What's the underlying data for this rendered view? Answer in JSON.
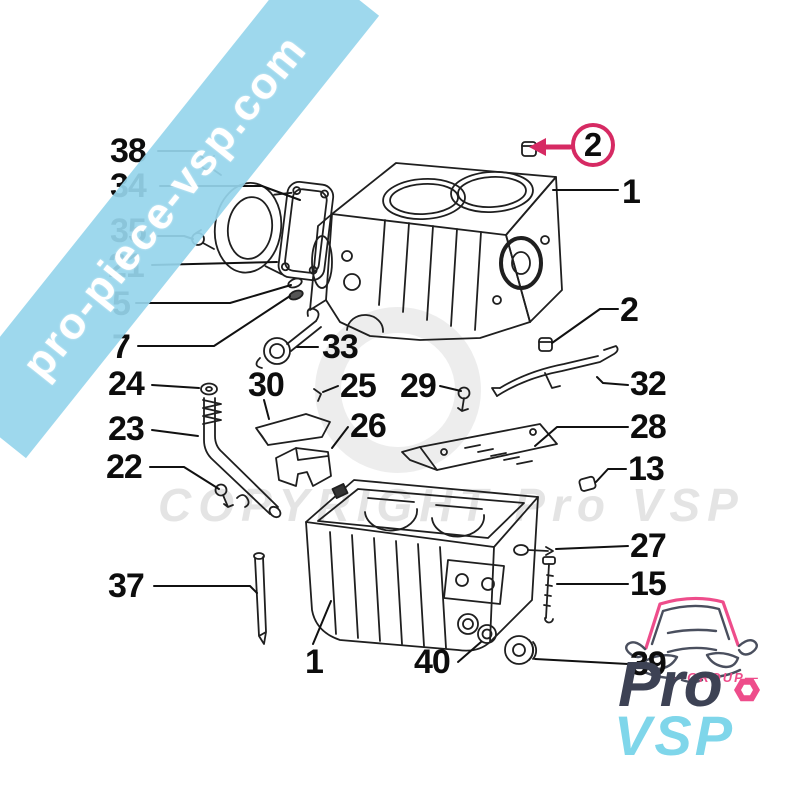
{
  "ribbon": {
    "text": "pro-piece-vsp.com",
    "bg_color": "#96d5eb",
    "text_color": "#ffffff"
  },
  "watermark": {
    "text": "COPYRIGHT Pro VSP",
    "color": "#bdbdbd"
  },
  "diagram": {
    "description": "Exploded parts diagram: engine cylinder block (1) with water pump cover, gaskets, plugs, oil pick-up, baffle, dipstick tube and lower crankcase oil sump",
    "highlight_color": "#d62a63",
    "callouts": [
      {
        "id": "38",
        "text": "38"
      },
      {
        "id": "34",
        "text": "34"
      },
      {
        "id": "35",
        "text": "35"
      },
      {
        "id": "21",
        "text": "21"
      },
      {
        "id": "5",
        "text": "5"
      },
      {
        "id": "7",
        "text": "7"
      },
      {
        "id": "33",
        "text": "33"
      },
      {
        "id": "24",
        "text": "24"
      },
      {
        "id": "30",
        "text": "30"
      },
      {
        "id": "25",
        "text": "25"
      },
      {
        "id": "29",
        "text": "29"
      },
      {
        "id": "32",
        "text": "32"
      },
      {
        "id": "23",
        "text": "23"
      },
      {
        "id": "26",
        "text": "26"
      },
      {
        "id": "28",
        "text": "28"
      },
      {
        "id": "22",
        "text": "22"
      },
      {
        "id": "13",
        "text": "13"
      },
      {
        "id": "27",
        "text": "27"
      },
      {
        "id": "15",
        "text": "15"
      },
      {
        "id": "37",
        "text": "37"
      },
      {
        "id": "1-block",
        "text": "1"
      },
      {
        "id": "2-circled",
        "text": "2"
      },
      {
        "id": "2-plug",
        "text": "2"
      },
      {
        "id": "1-sump",
        "text": "1"
      },
      {
        "id": "40",
        "text": "40"
      },
      {
        "id": "39",
        "text": "39"
      }
    ]
  },
  "logo": {
    "group_label": "—GROUP—",
    "name_top": "Pro",
    "name_bottom": "VSP",
    "pink": "#ee4d8b",
    "dark": "#3d4254",
    "light_blue": "#7fd6ea"
  }
}
